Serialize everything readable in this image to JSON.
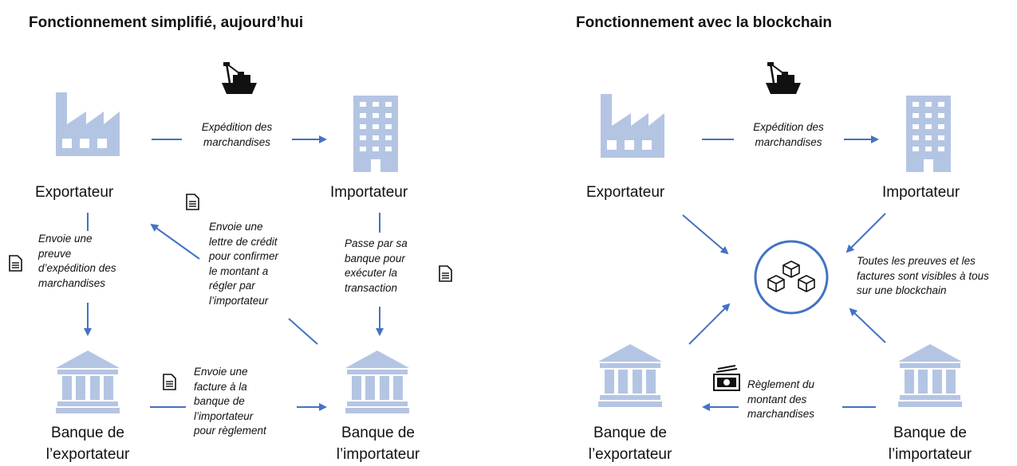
{
  "left": {
    "title": "Fonctionnement simplifié, aujourd’hui",
    "exportateur": "Exportateur",
    "importateur": "Importateur",
    "banque_exp": [
      "Banque de",
      "l’exportateur"
    ],
    "banque_imp": [
      "Banque de",
      "l’importateur"
    ],
    "expedition": [
      "Expédition des",
      "marchandises"
    ],
    "preuve": [
      "Envoie une",
      "preuve",
      "d’expédition des",
      "marchandises"
    ],
    "lettre": [
      "Envoie une",
      "lettre de crédit",
      "pour confirmer",
      "le montant a",
      "régler par",
      "l’importateur"
    ],
    "passe": [
      "Passe par sa",
      "banque pour",
      "exécuter la",
      "transaction"
    ],
    "facture": [
      "Envoie une",
      "facture à la",
      "banque de",
      "l’importateur",
      "pour règlement"
    ]
  },
  "right": {
    "title": "Fonctionnement avec la blockchain",
    "exportateur": "Exportateur",
    "importateur": "Importateur",
    "banque_exp": [
      "Banque de",
      "l’exportateur"
    ],
    "banque_imp": [
      "Banque de",
      "l’importateur"
    ],
    "expedition": [
      "Expédition des",
      "marchandises"
    ],
    "preuves": [
      "Toutes les preuves et les",
      "factures sont visibles à tous",
      "sur une blockchain"
    ],
    "reglement": [
      "Règlement du",
      "montant des",
      "marchandises"
    ]
  },
  "colors": {
    "icon_fill": "#b4c5e4",
    "arrow": "#4472c4",
    "text": "#111111"
  },
  "icons": [
    "factory-icon",
    "building-icon",
    "bank-icon",
    "ship-icon",
    "document-icon",
    "blockchain-icon",
    "money-icon"
  ]
}
